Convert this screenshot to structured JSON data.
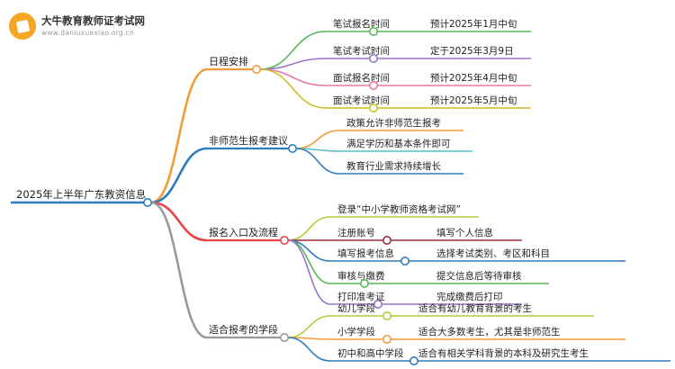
{
  "brand": {
    "title": "大牛教育教师证考试网",
    "subtitle": "www.daniuxuexiao.org.cn"
  },
  "root": "2025年上半年广东教资信息",
  "branches": [
    {
      "label": "日程安排",
      "color": "#f29b38",
      "children": [
        {
          "label": "笔试报名时间",
          "color": "#58b957",
          "detail": "预计2025年1月中旬"
        },
        {
          "label": "笔试考试时间",
          "color": "#9b73c9",
          "detail": "定于2025年3月9日"
        },
        {
          "label": "面试报名时间",
          "color": "#ec79a9",
          "detail": "预计2025年4月中旬"
        },
        {
          "label": "面试考试时间",
          "color": "#c9c01f",
          "detail": "预计2025年5月中旬"
        }
      ]
    },
    {
      "label": "非师范生报考建议",
      "color": "#2e7bbd",
      "children": [
        {
          "label": "政策允许非师范生报考",
          "color": "#f29b38"
        },
        {
          "label": "满足学历和基本条件即可",
          "color": "#56c0c0"
        },
        {
          "label": "教育行业需求持续增长",
          "color": "#2e7bbd"
        }
      ]
    },
    {
      "label": "报名入口及流程",
      "color": "#e64545",
      "children": [
        {
          "label": "登录“中小学教师资格考试网”",
          "color": "#b9c83a"
        },
        {
          "label": "注册账号",
          "color": "#9b2d3b",
          "detail": "填写个人信息"
        },
        {
          "label": "填写报考信息",
          "color": "#2e7bbd",
          "detail": "选择考试类别、考区和科目"
        },
        {
          "label": "审核与缴费",
          "color": "#58b957",
          "detail": "提交信息后等待审核"
        },
        {
          "label": "打印准考证",
          "color": "#9b73c9",
          "detail": "完成缴费后打印"
        }
      ]
    },
    {
      "label": "适合报考的学段",
      "color": "#999999",
      "children": [
        {
          "label": "幼儿学段",
          "color": "#b9c83a",
          "detail": "适合有幼儿教育背景的考生"
        },
        {
          "label": "小学学段",
          "color": "#f29b38",
          "detail": "适合大多数考生，尤其是非师范生"
        },
        {
          "label": "初中和高中学段",
          "color": "#2e7bbd",
          "detail": "适合有相关学科背景的本科及研究生考生"
        }
      ]
    }
  ]
}
